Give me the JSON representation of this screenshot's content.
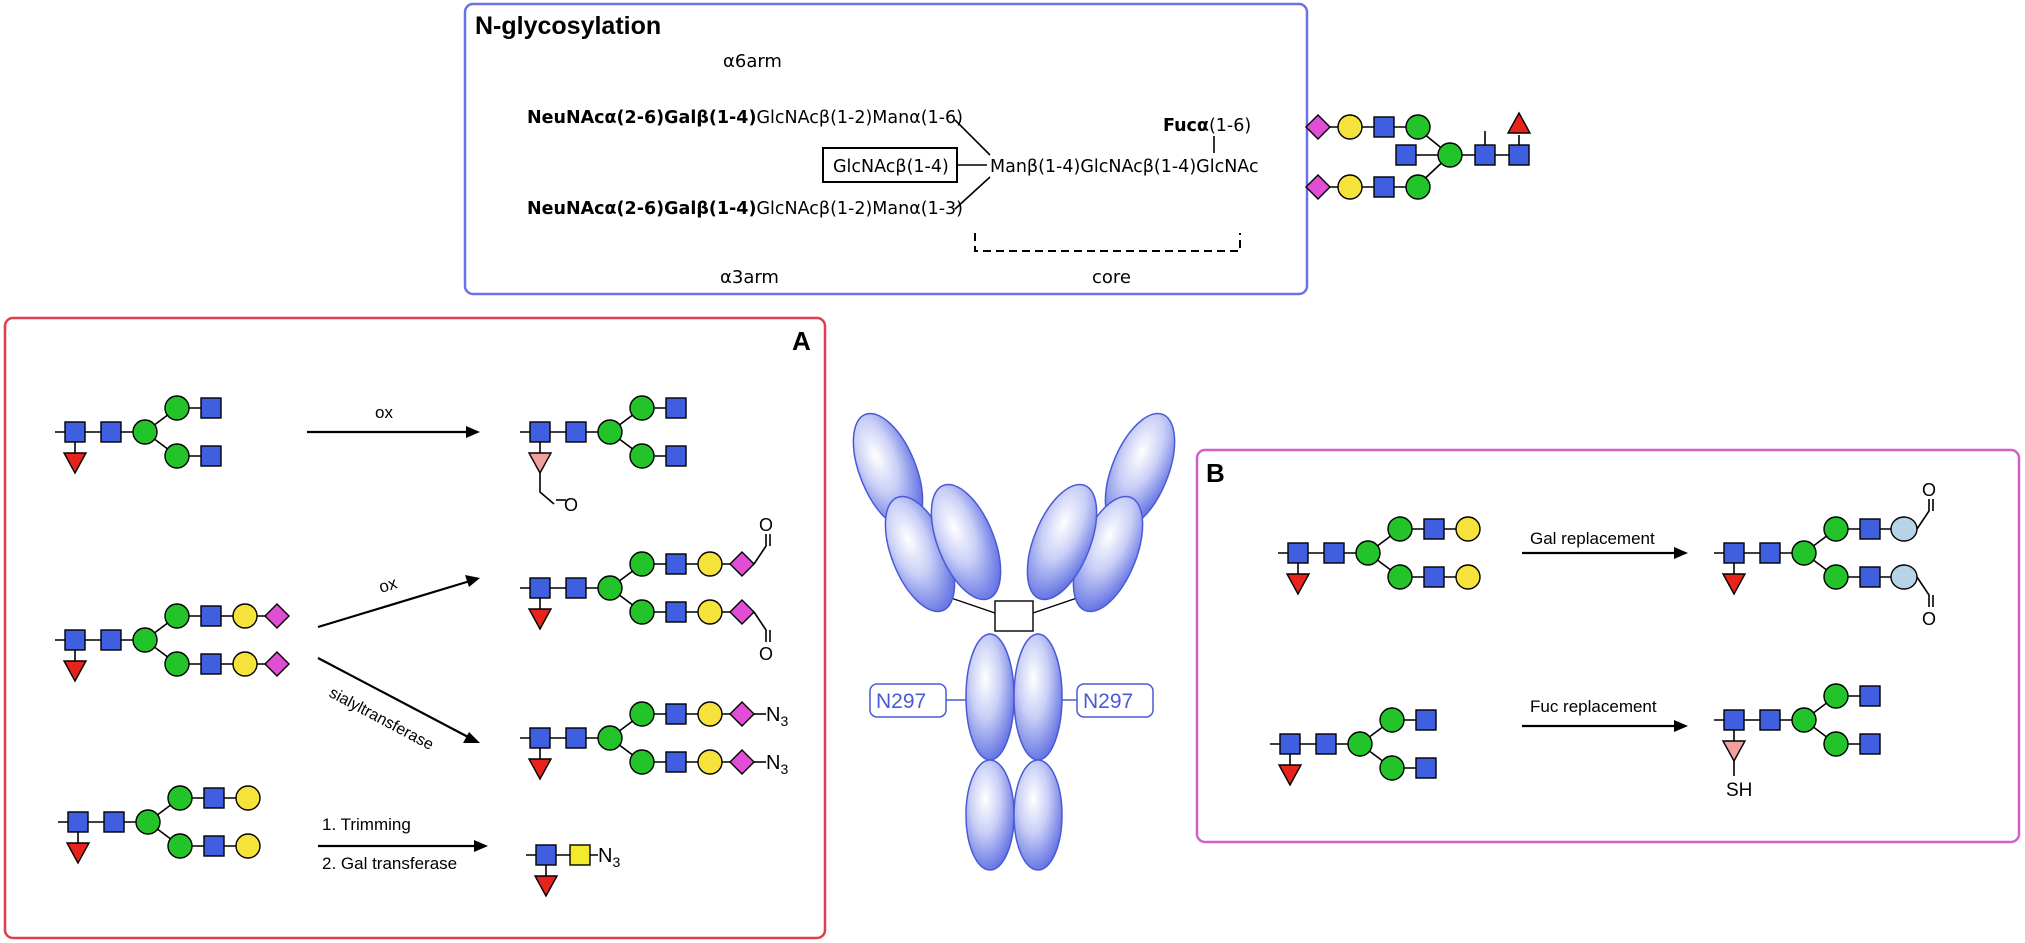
{
  "colors": {
    "glcnac": "#3f5fe0",
    "man": "#22c42a",
    "gal": "#f5e33c",
    "neuac": "#e04ed6",
    "fuc": "#e8231b",
    "fuc_modified": "#f2a09e",
    "gal_modified": "#b7d3e6",
    "gal_yellow_square": "#f2ea2a",
    "panel_top_border": "#6a72e8",
    "panel_a_border": "#e03c50",
    "panel_b_border": "#d45fc8",
    "antibody_fill": "#5c6ce2",
    "antibody_text": "#4a5ad6"
  },
  "icons": [
    "glcnac-square-icon",
    "mannose-circle-icon",
    "galactose-circle-icon",
    "sialic-acid-diamond-icon",
    "fucose-triangle-icon",
    "antibody-icon"
  ],
  "nglyco": {
    "title": "N-glycosylation",
    "alpha6_label": "α6arm",
    "alpha3_label": "α3arm",
    "core_label": "core",
    "row1_bold": "NeuNAcα(2-6)Galβ(1-4)",
    "row1_rest": "GlcNAcβ(1-2)Manα(1-6)",
    "bisect": "GlcNAcβ(1-4)",
    "core_seq": "Manβ(1-4)GlcNAcβ(1-4)GlcNAc",
    "fuc_bold": "Fucα",
    "fuc_rest": "(1-6)",
    "row3_bold": "NeuNAcα(2-6)Galβ(1-4)",
    "row3_rest": "GlcNAcβ(1-2)Manα(1-3)"
  },
  "panel_a": {
    "label": "A",
    "ox1": "ox",
    "ox2": "ox",
    "sialyl": "sialyltransferase",
    "step1": "1. Trimming",
    "step2": "2. Gal transferase",
    "aldehyde_o": "O",
    "azide": "N",
    "azide_sub": "3"
  },
  "panel_b": {
    "label": "B",
    "gal_replacement": "Gal replacement",
    "fuc_replacement": "Fuc replacement",
    "aldehyde_o": "O",
    "thiol": "SH"
  },
  "antibody": {
    "left_site": "N297",
    "right_site": "N297"
  }
}
